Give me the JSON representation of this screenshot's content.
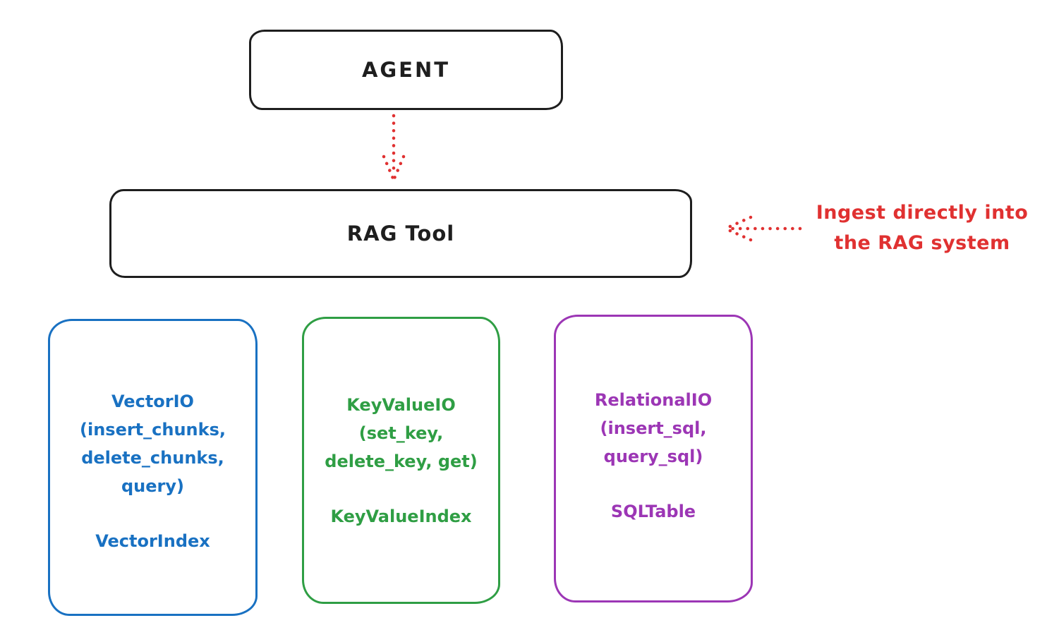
{
  "colors": {
    "ink": "#1e1e1e",
    "red": "#e03131",
    "blue": "#1971c2",
    "green": "#2f9e44",
    "purple": "#9c36b5",
    "background": "#ffffff"
  },
  "boxes": {
    "agent": {
      "label": "AGENT"
    },
    "rag_tool": {
      "label": "RAG Tool"
    }
  },
  "annotation": {
    "line1": "Ingest directly into",
    "line2": "the RAG system"
  },
  "arrows": [
    {
      "name": "agent-to-rag-tool",
      "style": "dotted",
      "color": "#e03131",
      "direction": "down"
    },
    {
      "name": "ingest-into-rag",
      "style": "dotted",
      "color": "#e03131",
      "direction": "left"
    }
  ],
  "backends": [
    {
      "title": "VectorIO",
      "method_lines": [
        "(insert_chunks,",
        "delete_chunks,",
        "query)"
      ],
      "index_label": "VectorIndex",
      "color": "#1971c2"
    },
    {
      "title": "KeyValueIO",
      "method_lines": [
        "(set_key,",
        "delete_key, get)"
      ],
      "index_label": "KeyValueIndex",
      "color": "#2f9e44"
    },
    {
      "title": "RelationalIO",
      "method_lines": [
        "(insert_sql,",
        "query_sql)"
      ],
      "index_label": "SQLTable",
      "color": "#9c36b5"
    }
  ]
}
